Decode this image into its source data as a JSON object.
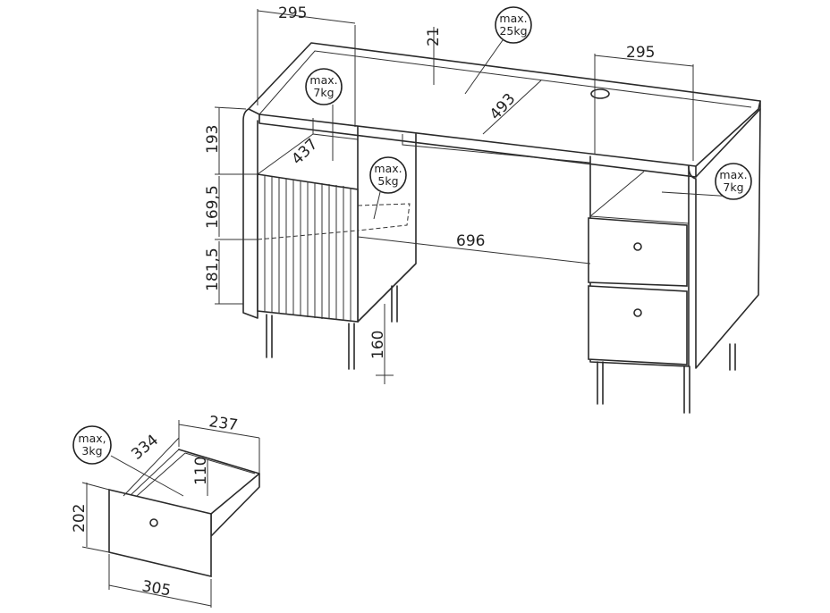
{
  "dimensions": {
    "top_left_depth": "295",
    "top_thickness": "21",
    "shelf_height": "193",
    "shelf_depth": "437",
    "door_upper_height": "169,5",
    "door_lower_height": "181,5",
    "knee_width": "696",
    "top_depth": "493",
    "right_pedestal_depth": "295",
    "leg_height": "160",
    "drawer_depth": "334",
    "drawer_width": "237",
    "drawer_inner_height": "110",
    "drawer_front_height": "202",
    "drawer_front_width": "305"
  },
  "load_badges": {
    "top": {
      "line1": "max.",
      "line2": "25kg"
    },
    "left_shelf": {
      "line1": "max.",
      "line2": "7kg"
    },
    "inner_shelf": {
      "line1": "max.",
      "line2": "5kg"
    },
    "right_shelf": {
      "line1": "max.",
      "line2": "7kg"
    },
    "drawer": {
      "line1": "max,",
      "line2": "3kg"
    }
  }
}
